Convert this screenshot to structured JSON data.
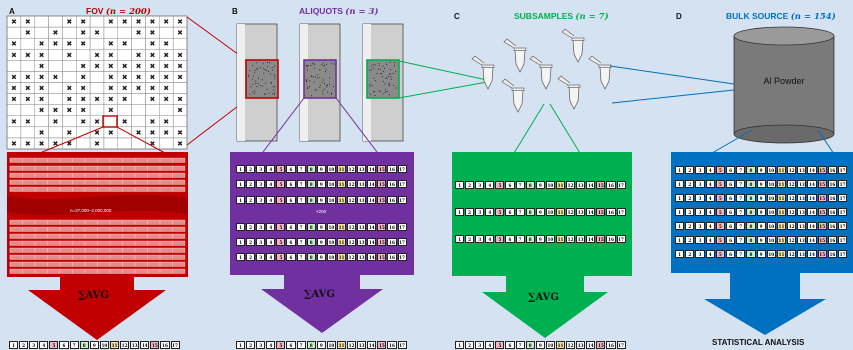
{
  "panels": {
    "a": {
      "letter": "A",
      "title": "FOV",
      "count": "(n = 200)",
      "color": "#c00000",
      "note": "n=37,000–2,000,000"
    },
    "b": {
      "letter": "B",
      "title": "ALIQUOTS",
      "count": "(n = 3)",
      "color": "#7030a0",
      "note": "×200"
    },
    "c": {
      "letter": "C",
      "title": "SUBSAMPLES",
      "count": "(n = 7)",
      "color": "#00b050"
    },
    "d": {
      "letter": "D",
      "title": "BULK SOURCE",
      "count": "(n = 154)",
      "color": "#0070c0",
      "cylinder_label": "Al Powder",
      "footer": "STATISTICAL ANALYSIS"
    }
  },
  "arrow_label": "∑AVG",
  "cell_numbers": [
    "1",
    "2",
    "3",
    "4",
    "5",
    "6",
    "7",
    "8",
    "9",
    "10",
    "11",
    "12",
    "13",
    "14",
    "15",
    "16",
    "17"
  ],
  "cell_colors": [
    "#ffffff",
    "#ffffff",
    "#ffffff",
    "#ffffff",
    "#f4b6c2",
    "#ffffff",
    "#ffffff",
    "#c8f0c8",
    "#ffffff",
    "#ffffff",
    "#f8e0a0",
    "#ffffff",
    "#ffffff",
    "#ffffff",
    "#f4b6c2",
    "#ffffff",
    "#ffffff"
  ]
}
